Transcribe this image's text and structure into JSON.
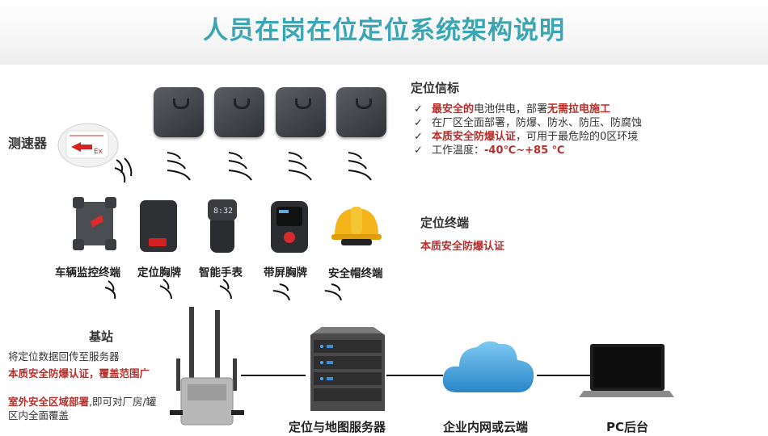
{
  "title": "人员在岗在位定位系统架构说明",
  "speed_sensor": {
    "label": "测速器"
  },
  "beacons": {
    "heading": "定位信标",
    "items": [
      {
        "highlight": "最安全的",
        "text": "电池供电，部署",
        "highlight2": "无需拉电施工"
      },
      {
        "text": "在厂区全面部署，防爆、防水、防压、防腐蚀"
      },
      {
        "highlight": "本质安全防爆认证",
        "text": "，可用于最危险的0区环境"
      },
      {
        "text": "工作温度：",
        "highlight2": "-40℃~+85 ℃"
      }
    ]
  },
  "terminals": {
    "heading": "定位终端",
    "note": "本质安全防爆认证",
    "devices": [
      {
        "label": "车辆监控终端"
      },
      {
        "label": "定位胸牌"
      },
      {
        "label": "智能手表"
      },
      {
        "label": "带屏胸牌"
      },
      {
        "label": "安全帽终端"
      }
    ]
  },
  "base_station": {
    "heading": "基站",
    "desc": "将定位数据回传至服务器",
    "red1": "本质安全防爆认证，覆盖范围广",
    "red2": "室外安全区域部署",
    "desc2": ",即可对厂房/罐区内全面覆盖"
  },
  "nodes": {
    "server": "定位与地图服务器",
    "network": "企业内网或云端",
    "pc": "PC后台"
  },
  "colors": {
    "title": "#3aa6b4",
    "highlight": "#b62f2b"
  }
}
